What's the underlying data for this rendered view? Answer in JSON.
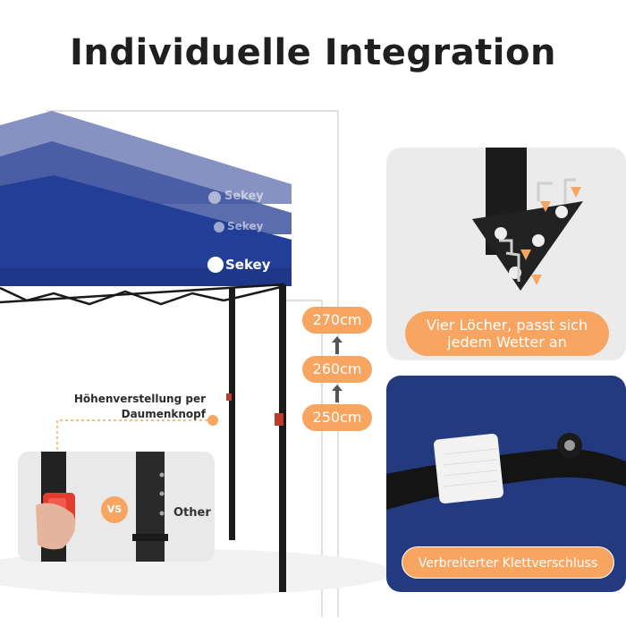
{
  "title": "Individuelle Integration",
  "heights": [
    "270cm",
    "260cm",
    "250cm"
  ],
  "brand": "Sekey",
  "adjust_label_line1": "Höhenverstellung per",
  "adjust_label_line2": "Daumenknopf",
  "vs_label": "VS",
  "other_label": "Other",
  "caption_holes_line1": "Vier Löcher, passt sich",
  "caption_holes_line2": "jedem Wetter an",
  "caption_velcro": "Verbreiterter Klettverschluss",
  "colors": {
    "accent": "#f7a561",
    "canopy": "#233e96",
    "panel_blue": "#233b7e"
  }
}
